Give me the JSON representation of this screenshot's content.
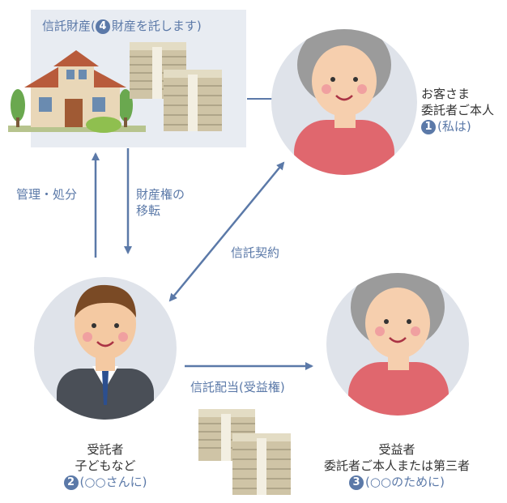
{
  "trust_property": {
    "label_pre": "信託財産(",
    "num": "4",
    "label_post": "財産を託します)"
  },
  "client": {
    "line1": "お客さま",
    "line2": "委託者ご本人",
    "num": "1",
    "note": "(私は)"
  },
  "trustee": {
    "line1": "受託者",
    "line2": "子どもなど",
    "num": "2",
    "note": "(○○さんに)"
  },
  "beneficiary": {
    "line1": "受益者",
    "line2": "委託者ご本人または第三者",
    "num": "3",
    "note": "(○○のために)"
  },
  "arrows": {
    "management": "管理・処分",
    "transfer_line1": "財産権の",
    "transfer_line2": "移転",
    "contract": "信託契約",
    "distribution": "信託配当(受益権)"
  },
  "colors": {
    "accent": "#5b79a8",
    "panel": "#e8ecf2",
    "circle": "#dfe3ea"
  }
}
